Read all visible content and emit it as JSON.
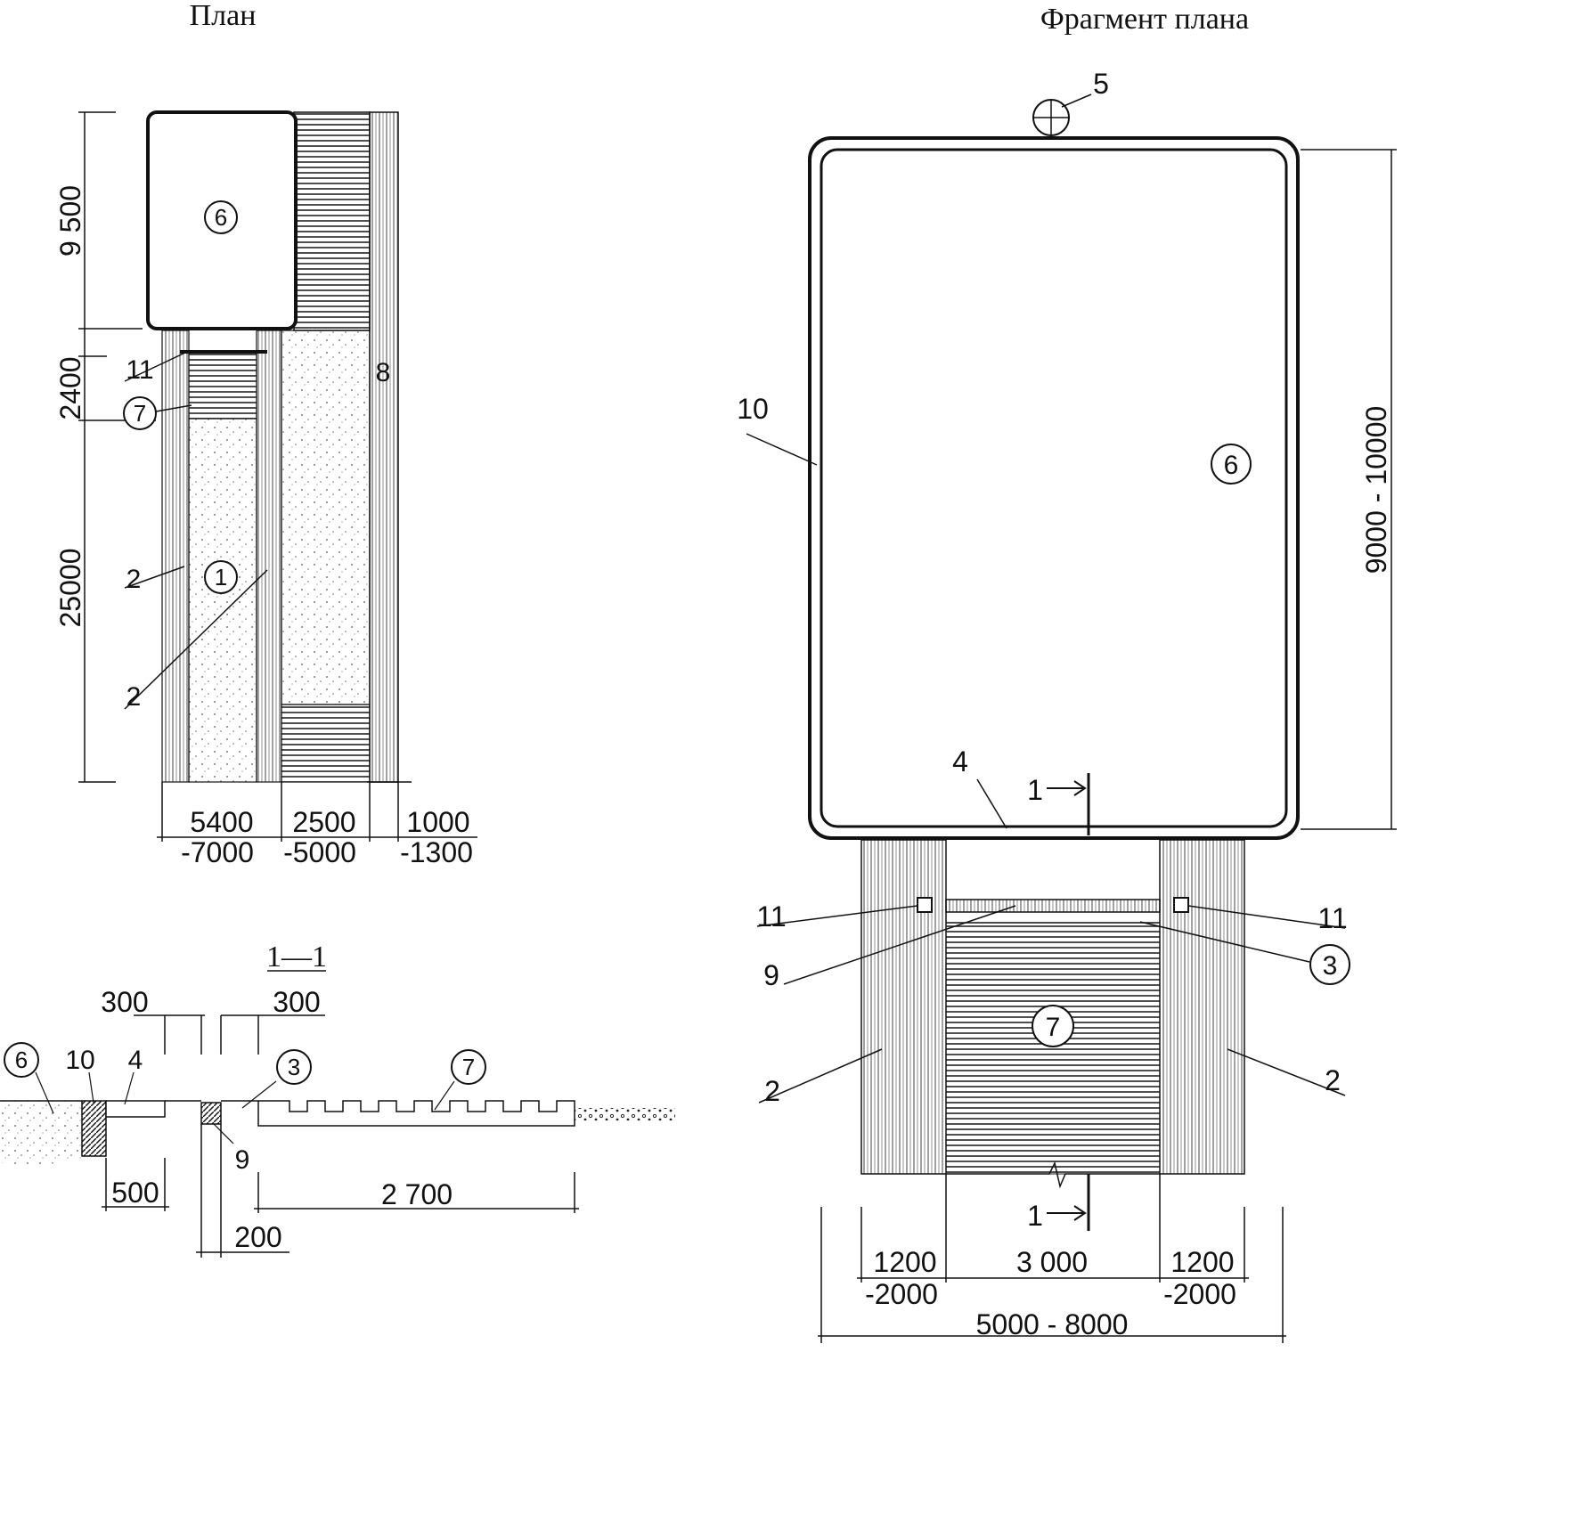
{
  "titles": {
    "plan": "План",
    "fragment": "Фрагмент плана",
    "section": "1—1"
  },
  "plan": {
    "dims": {
      "v1": "9 500",
      "v2": "2400",
      "v3": "25000",
      "b1a": "5400",
      "b1b": "-7000",
      "b2a": "2500",
      "b2b": "-5000",
      "b3a": "1000",
      "b3b": "-1300"
    },
    "labels": {
      "six": "6",
      "seven": "7",
      "one": "1",
      "eleven": "11",
      "eight": "8",
      "two_a": "2",
      "two_b": "2"
    }
  },
  "fragment": {
    "dims": {
      "height": "9000 - 10000",
      "left_a": "1200",
      "left_b": "-2000",
      "mid": "3 000",
      "right_a": "1200",
      "right_b": "-2000",
      "total": "5000 - 8000"
    },
    "labels": {
      "five": "5",
      "six": "6",
      "ten": "10",
      "four": "4",
      "cut_top": "1",
      "cut_bottom": "1",
      "eleven_l": "11",
      "eleven_r": "11",
      "nine": "9",
      "three": "3",
      "seven": "7",
      "two_l": "2",
      "two_r": "2"
    }
  },
  "section": {
    "dims": {
      "d300a": "300",
      "d300b": "300",
      "d500": "500",
      "d200": "200",
      "d2700": "2 700"
    },
    "labels": {
      "six": "6",
      "ten": "10",
      "four": "4",
      "three": "3",
      "seven": "7",
      "nine": "9"
    }
  }
}
